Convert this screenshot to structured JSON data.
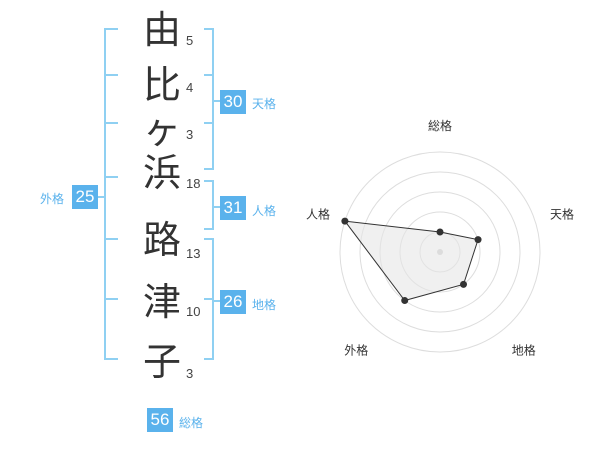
{
  "name_chars": [
    "由",
    "比",
    "ヶ",
    "浜",
    "路",
    "津",
    "子"
  ],
  "stroke_counts": [
    "5",
    "4",
    "3",
    "18",
    "13",
    "10",
    "3"
  ],
  "scores": {
    "tenkaku": {
      "value": "30",
      "label": "天格"
    },
    "jinkaku": {
      "value": "31",
      "label": "人格"
    },
    "chikaku": {
      "value": "26",
      "label": "地格"
    },
    "gaikaku": {
      "value": "25",
      "label": "外格"
    },
    "soukaku": {
      "value": "56",
      "label": "総格"
    }
  },
  "radar": {
    "axes": [
      "総格",
      "天格",
      "地格",
      "外格",
      "人格"
    ],
    "ratings": [
      1,
      2,
      2,
      3,
      5
    ],
    "max_rating": 5
  },
  "colors": {
    "accent": "#5ab2ec",
    "bracket": "#8fd0f2",
    "label_text": "#5ab2ec",
    "char_text": "#333333",
    "radar_fill": "#e6e6e6",
    "radar_line": "#333333"
  }
}
